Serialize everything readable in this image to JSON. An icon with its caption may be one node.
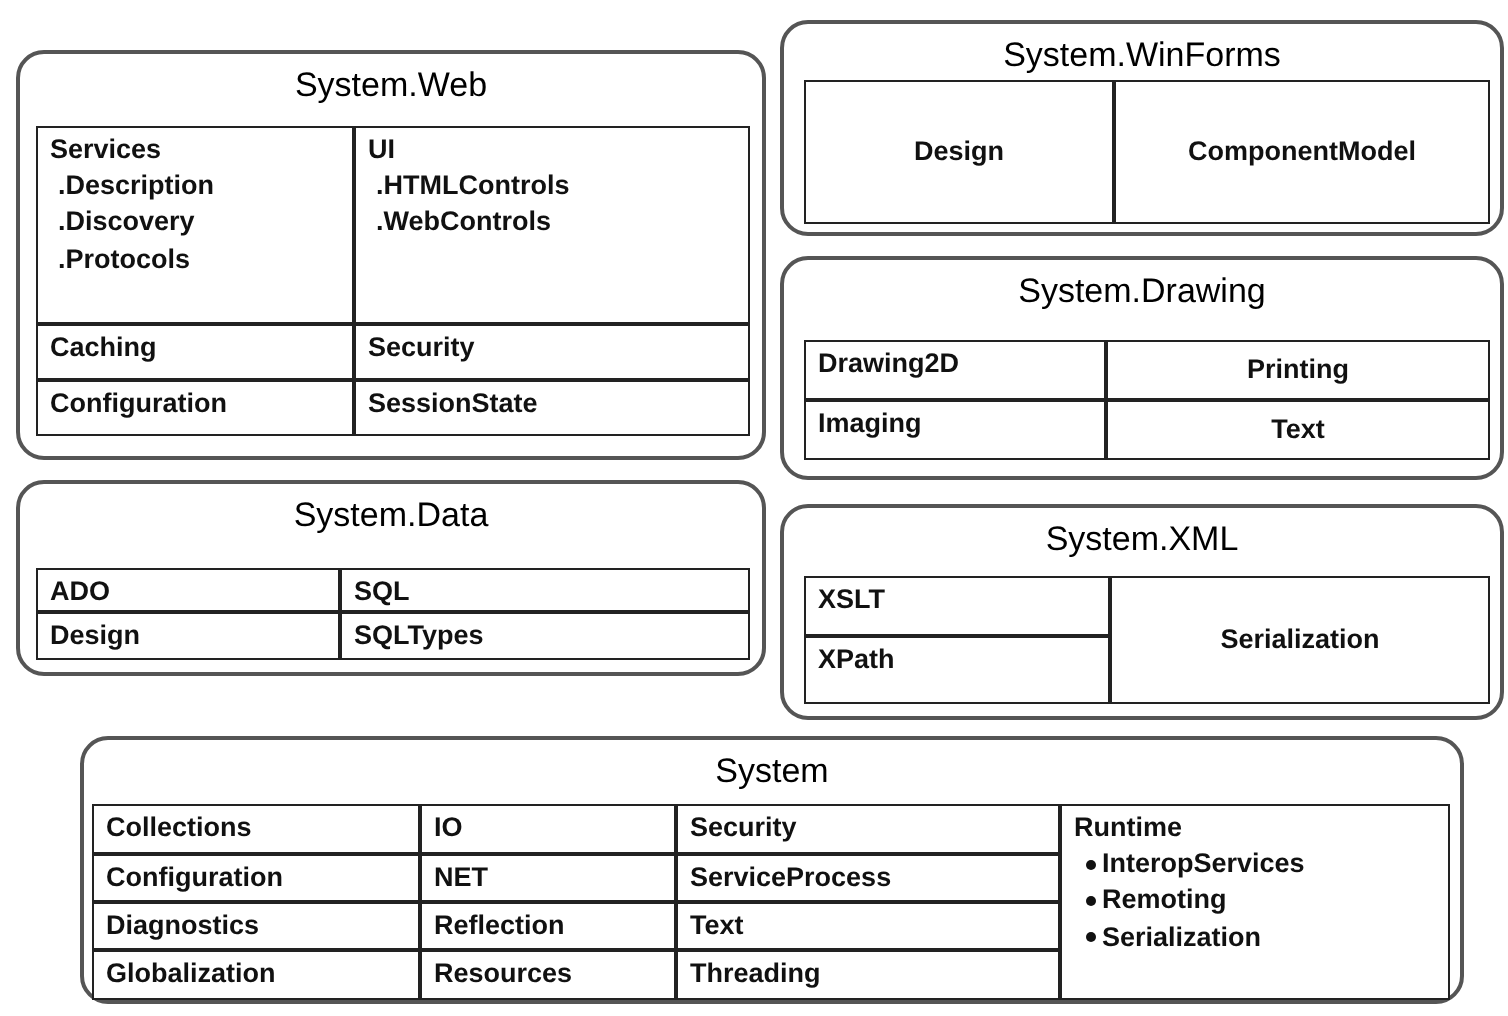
{
  "diagram": {
    "nodes": [
      {
        "text": [
          "System.Web"
        ]
      },
      {
        "text": [
          "Services",
          ".Description",
          ".Discovery",
          ".Protocols"
        ],
        "in": 0
      },
      {
        "text": [
          "UI",
          ".HTMLControls",
          ".WebControls"
        ],
        "in": 0
      },
      {
        "text": [
          "Caching"
        ],
        "in": 0
      },
      {
        "text": [
          "Security"
        ],
        "in": 0
      },
      {
        "text": [
          "Configuration"
        ],
        "in": 0
      },
      {
        "text": [
          "SessionState"
        ],
        "in": 0
      },
      {
        "text": [
          "System.WinForms"
        ]
      },
      {
        "text": [
          "Design"
        ],
        "in": 7
      },
      {
        "text": [
          "ComponentModel"
        ],
        "in": 7
      },
      {
        "text": [
          "System.Drawing"
        ]
      },
      {
        "text": [
          "Drawing2D"
        ],
        "in": 10
      },
      {
        "text": [
          "Printing"
        ],
        "in": 10
      },
      {
        "text": [
          "Imaging"
        ],
        "in": 10
      },
      {
        "text": [
          "Text"
        ],
        "in": 10
      },
      {
        "text": [
          "System.Data"
        ]
      },
      {
        "text": [
          "ADO"
        ],
        "in": 15
      },
      {
        "text": [
          "SQL"
        ],
        "in": 15
      },
      {
        "text": [
          "Design"
        ],
        "in": 15
      },
      {
        "text": [
          "SQLTypes"
        ],
        "in": 15
      },
      {
        "text": [
          "System.XML"
        ]
      },
      {
        "text": [
          "XSLT"
        ],
        "in": 20
      },
      {
        "text": [
          "Serialization"
        ],
        "in": 20
      },
      {
        "text": [
          "XPath"
        ],
        "in": 20
      },
      {
        "text": [
          "System"
        ]
      },
      {
        "text": [
          "Collections"
        ],
        "in": 24
      },
      {
        "text": [
          "IO"
        ],
        "in": 24
      },
      {
        "text": [
          "Security"
        ],
        "in": 24
      },
      {
        "text": [
          "Runtime",
          "InteropServices",
          "Remoting",
          "Serialization"
        ],
        "in": 24
      },
      {
        "text": [
          "Configuration"
        ],
        "in": 24
      },
      {
        "text": [
          "NET"
        ],
        "in": 24
      },
      {
        "text": [
          "ServiceProcess"
        ],
        "in": 24
      },
      {
        "text": [
          "Diagnostics"
        ],
        "in": 24
      },
      {
        "text": [
          "Reflection"
        ],
        "in": 24
      },
      {
        "text": [
          "Text"
        ],
        "in": 24
      },
      {
        "text": [
          "Globalization"
        ],
        "in": 24
      },
      {
        "text": [
          "Resources"
        ],
        "in": 24
      },
      {
        "text": [
          "Threading"
        ],
        "in": 24
      }
    ]
  }
}
